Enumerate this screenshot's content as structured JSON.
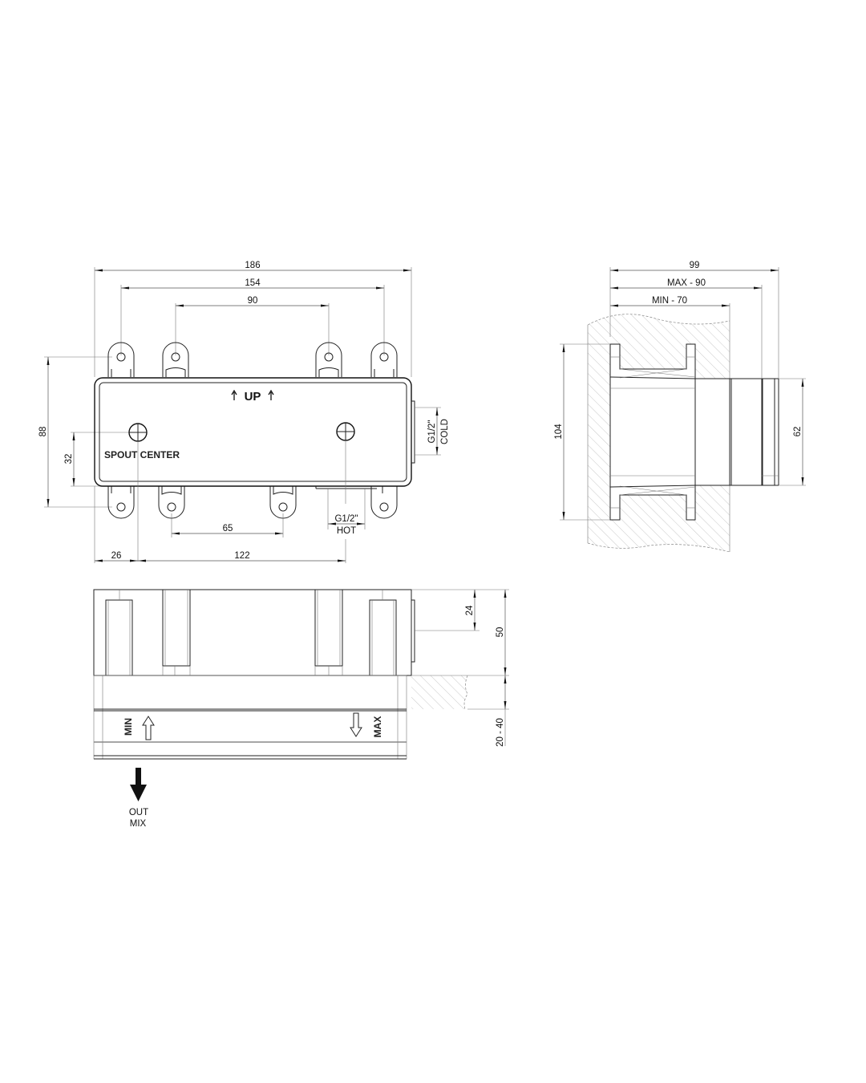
{
  "front_view": {
    "dimensions": {
      "overall_width": "186",
      "outer_lugs": "154",
      "inner_lugs": "90",
      "lug_height": "88",
      "spout_offset_vertical": "32",
      "lower_lug_spacing": "65",
      "spout_offset_left": "26",
      "spout_to_hot": "122"
    },
    "labels": {
      "up": "UP",
      "spout_center": "SPOUT  CENTER",
      "cold_size": "G1/2\"",
      "cold_label": "COLD",
      "hot_size": "G1/2\"",
      "hot_label": "HOT"
    }
  },
  "side_view": {
    "dimensions": {
      "total_depth": "99",
      "max_depth": "MAX - 90",
      "min_depth": "MIN - 70",
      "flange_height": "104",
      "outlet_diameter": "62"
    }
  },
  "bottom_view": {
    "dimensions": {
      "inlet_offset": "24",
      "body_depth": "50",
      "adjust_range": "20 - 40"
    },
    "labels": {
      "min": "MIN",
      "max": "MAX",
      "out": "OUT",
      "mix": "MIX"
    }
  }
}
